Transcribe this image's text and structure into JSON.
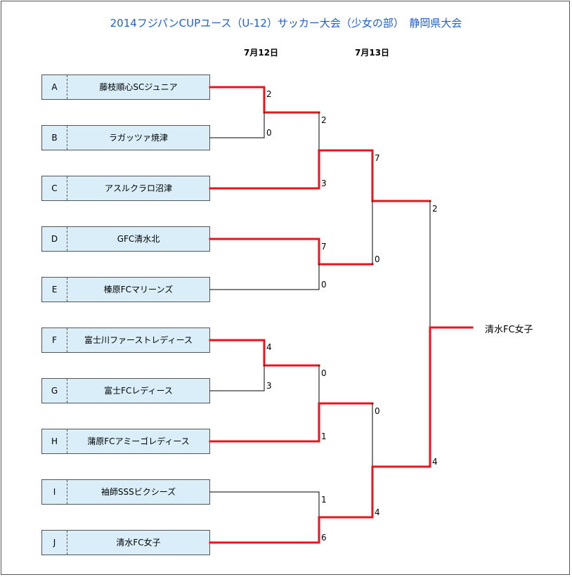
{
  "title": "2014フジパンCUPユース（U-12）サッカー大会（少女の部）　静岡県大会",
  "rounds": [
    "7月12日",
    "7月13日"
  ],
  "teams": [
    {
      "code": "A",
      "name": "藤枝順心SCジュニア"
    },
    {
      "code": "B",
      "name": "ラガッツァ焼津"
    },
    {
      "code": "C",
      "name": "アスルクラロ沼津"
    },
    {
      "code": "D",
      "name": "GFC清水北"
    },
    {
      "code": "E",
      "name": "榛原FCマリーンズ"
    },
    {
      "code": "F",
      "name": "富士川ファーストレディース"
    },
    {
      "code": "G",
      "name": "富士FCレディース"
    },
    {
      "code": "H",
      "name": "蒲原FCアミーゴレディース"
    },
    {
      "code": "I",
      "name": "袖師SSSビクシーズ"
    },
    {
      "code": "J",
      "name": "清水FC女子"
    }
  ],
  "matches": {
    "r1_ab": [
      "2",
      "0"
    ],
    "r1_fg": [
      "4",
      "3"
    ],
    "r2_abc": [
      "2",
      "3"
    ],
    "r2_de": [
      "7",
      "0"
    ],
    "r2_fgh": [
      "0",
      "1"
    ],
    "r2_ij": [
      "1",
      "6"
    ],
    "sf1": [
      "7",
      "0"
    ],
    "sf2": [
      "0",
      "4"
    ],
    "final": [
      "2",
      "4"
    ]
  },
  "champion": "清水FC女子",
  "colors": {
    "winner_line": "#e8141c",
    "loser_line": "#000000",
    "title": "#1e5fd6",
    "team_bg": "#d9eef9"
  }
}
